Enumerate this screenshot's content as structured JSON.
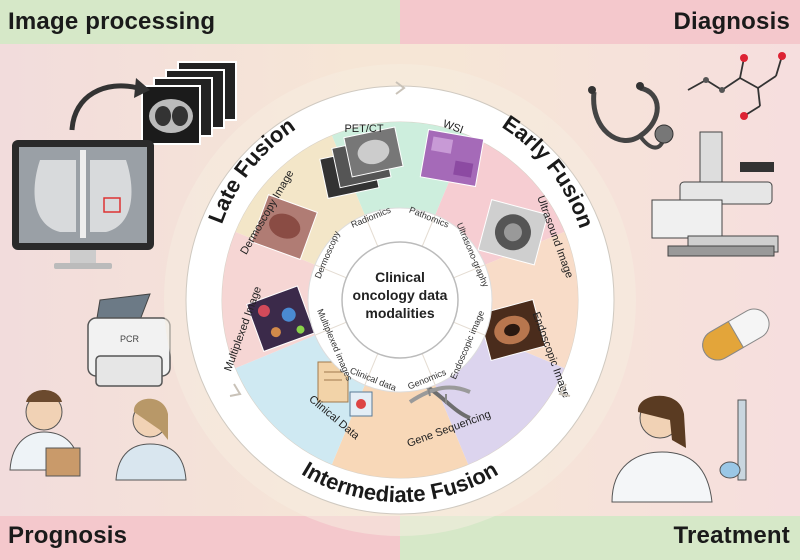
{
  "corners": {
    "top_left": "Image processing",
    "top_right": "Diagnosis",
    "bottom_left": "Prognosis",
    "bottom_right": "Treatment"
  },
  "fusion": {
    "late": "Late Fusion",
    "early": "Early Fusion",
    "intermediate": "Intermediate Fusion"
  },
  "center": {
    "line1": "Clinical",
    "line2": "oncology data",
    "line3": "modalities"
  },
  "outer_segments": {
    "pet_ct": "PET/CT",
    "wsi": "WSI",
    "ultrasound": "Ultrasound Image",
    "endoscopic": "Endoscopic Image",
    "gene": "Gene Sequencing",
    "clinical": "Clinical Data",
    "multiplexed": "Multiplexed Image",
    "dermoscopy": "Dermoscopy Image"
  },
  "inner_segments": {
    "radiomics": "Radiomics",
    "pathomics": "Pathomics",
    "ultrasonography": "Ultrasono-graphy",
    "endoscopic_image": "Endoscopic image",
    "genomics": "Genomics",
    "clinical_data": "Clinical data",
    "multiplexed_images": "Multiplexed images",
    "dermoscopy": "Dermoscopy"
  },
  "device_labels": {
    "pcr": "PCR"
  },
  "colors": {
    "green_band": "#d6e8c8",
    "pink_band": "#f4c8cc",
    "seg_petct": "#cdeedd",
    "seg_wsi": "#f6cdd2",
    "seg_ultrasound": "#f8dcc8",
    "seg_endoscopic": "#dcd4ee",
    "seg_gene": "#f8d8b8",
    "seg_clinical": "#cfe9f2",
    "seg_multiplexed": "#f6d6d4",
    "seg_dermoscopy": "#f3e6c8"
  }
}
